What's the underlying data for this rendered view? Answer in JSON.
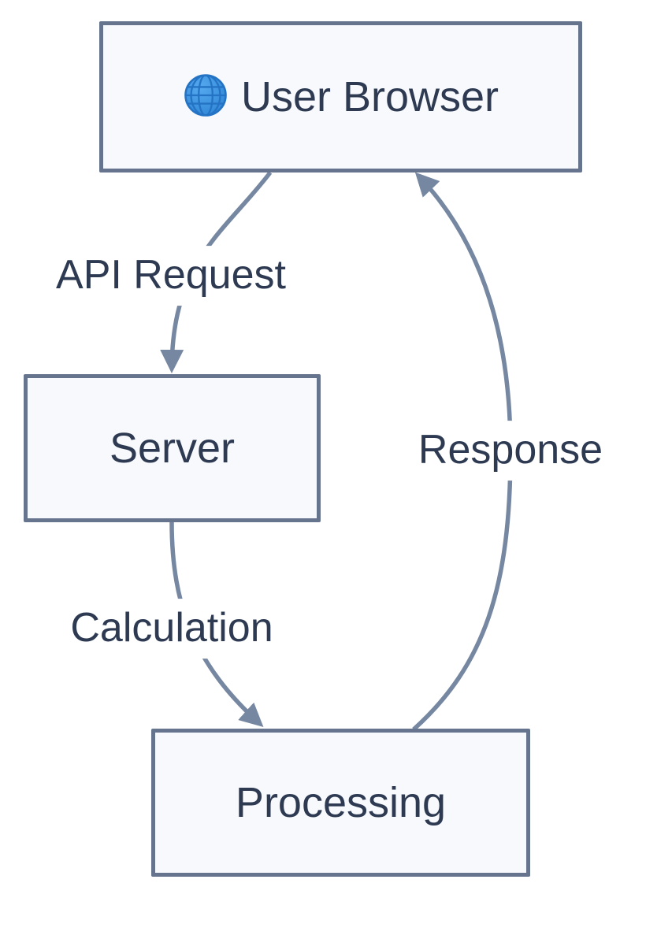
{
  "diagram_type": "flowchart",
  "theme": {
    "background": "#ffffff",
    "node_fill": "#f7f9fc",
    "node_border": "#66748e",
    "edge_color": "#7687a1",
    "text_color": "#2d3a52",
    "label_background": "#ffffff",
    "globe_blue": "#3793e0",
    "globe_line_blue": "#2473c4"
  },
  "nodes": [
    {
      "id": "user-browser",
      "label": "User Browser",
      "icon": "globe-with-meridians-icon"
    },
    {
      "id": "server",
      "label": "Server"
    },
    {
      "id": "processing",
      "label": "Processing"
    }
  ],
  "edges": [
    {
      "from": "user-browser",
      "to": "server",
      "label": "API Request"
    },
    {
      "from": "server",
      "to": "processing",
      "label": "Calculation"
    },
    {
      "from": "processing",
      "to": "user-browser",
      "label": "Response"
    }
  ]
}
